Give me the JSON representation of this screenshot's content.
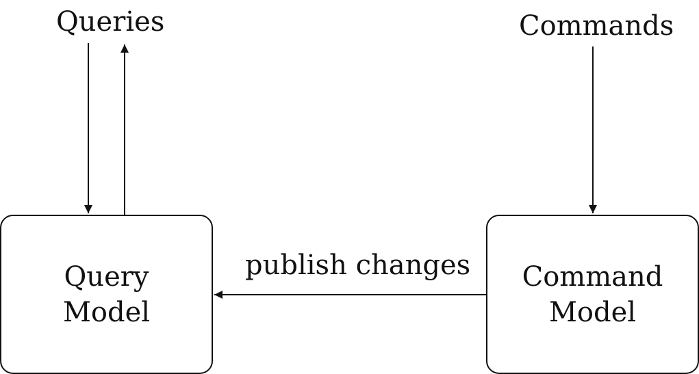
{
  "labels": {
    "queries": "Queries",
    "commands": "Commands",
    "publish_changes": "publish changes"
  },
  "boxes": {
    "query_model": {
      "line1": "Query",
      "line2": "Model"
    },
    "command_model": {
      "line1": "Command",
      "line2": "Model"
    }
  },
  "colors": {
    "stroke": "#111111",
    "background": "#ffffff"
  }
}
